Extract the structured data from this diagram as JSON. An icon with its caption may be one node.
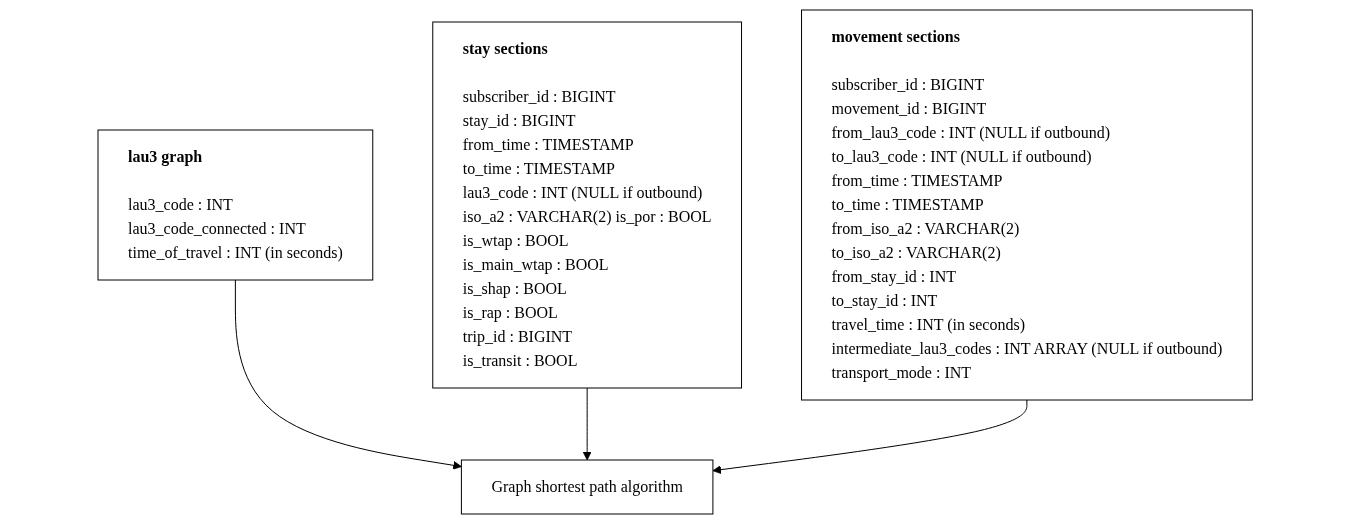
{
  "diagram": {
    "nodes": [
      {
        "text": [
          "lau3 graph",
          "lau3_code : INT",
          "lau3_code_connected : INT",
          "time_of_travel : INT (in seconds)"
        ]
      },
      {
        "text": [
          "stay sections",
          "subscriber_id : BIGINT",
          "stay_id : BIGINT",
          "from_time : TIMESTAMP",
          "to_time : TIMESTAMP",
          "lau3_code : INT (NULL if outbound)",
          "iso_a2 : VARCHAR(2) is_por : BOOL",
          "is_wtap : BOOL",
          "is_main_wtap : BOOL",
          "is_shap : BOOL",
          "is_rap : BOOL",
          "trip_id : BIGINT",
          "is_transit : BOOL"
        ]
      },
      {
        "text": [
          "Graph shortest path algorithm"
        ]
      },
      {
        "text": [
          "movement sections",
          "subscriber_id : BIGINT",
          "movement_id : BIGINT",
          "from_lau3_code : INT (NULL if outbound)",
          "to_lau3_code : INT (NULL if outbound)",
          "from_time : TIMESTAMP",
          "to_time : TIMESTAMP",
          "from_iso_a2 : VARCHAR(2)",
          "to_iso_a2 : VARCHAR(2)",
          "from_stay_id : INT",
          "to_stay_id : INT",
          "travel_time : INT (in seconds)",
          "intermediate_lau3_codes : INT ARRAY (NULL if outbound)",
          "transport_mode : INT"
        ]
      }
    ],
    "edges": [
      {
        "from": 0,
        "to": 2,
        "arrow": "to"
      },
      {
        "from": 1,
        "to": 2,
        "arrow": "to"
      },
      {
        "from": 3,
        "to": 2,
        "arrow": "to"
      }
    ]
  }
}
